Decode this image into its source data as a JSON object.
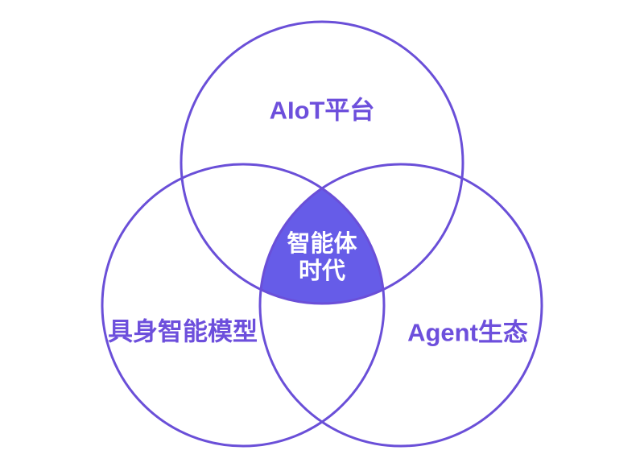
{
  "diagram": {
    "type": "venn",
    "circles": [
      {
        "id": "top",
        "label": "AIoT平台"
      },
      {
        "id": "bottom_left",
        "label": "具身智能模型"
      },
      {
        "id": "bottom_right",
        "label": "Agent生态"
      }
    ],
    "center_intersection": {
      "label_line1": "智能体",
      "label_line2": "时代"
    },
    "colors": {
      "circle_stroke": "#6a4fd8",
      "center_fill": "#665ce8",
      "label_text": "#6d4fdc",
      "center_text": "#ffffff",
      "background": "#ffffff"
    }
  }
}
